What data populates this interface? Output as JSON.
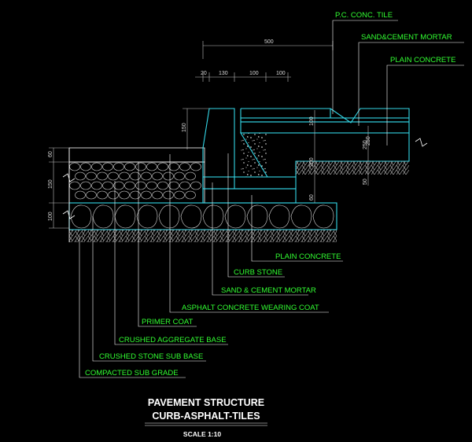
{
  "labels": {
    "pc_conc_tile": "P.C. CONC. TILE",
    "sand_cement_mortar_top": "SAND&CEMENT MORTAR",
    "plain_concrete_top": "PLAIN CONCRETE",
    "plain_concrete": "PLAIN CONCRETE",
    "curb_stone": "CURB STONE",
    "sand_cement_mortar": "SAND & CEMENT MORTAR",
    "asphalt_wearing_coat": "ASPHALT CONCRETE WEARING COAT",
    "primer_coat": "PRIMER COAT",
    "crushed_aggregate_base": "CRUSHED AGGREGATE BASE",
    "crushed_stone_sub_base": "CRUSHED STONE SUB BASE",
    "compacted_sub_grade": "COMPACTED SUB GRADE"
  },
  "dimensions": {
    "overall_width": "500",
    "w20": "20",
    "w130": "130",
    "w100a": "100",
    "w100b": "100",
    "left_60": "60",
    "left_150": "150",
    "left_100": "100",
    "curb_150": "150",
    "tile_100": "100",
    "layer_250a": "250",
    "layer_200": "200",
    "layer_60": "60",
    "right_250": "250",
    "right_50": "50"
  },
  "title": {
    "line1": "PAVEMENT STRUCTURE",
    "line2": "CURB-ASPHALT-TILES",
    "scale": "SCALE 1:10"
  },
  "colors": {
    "background": "#000000",
    "label_text": "#32ff32",
    "outline": "#33d6e6",
    "hatch": "#ffffff"
  }
}
